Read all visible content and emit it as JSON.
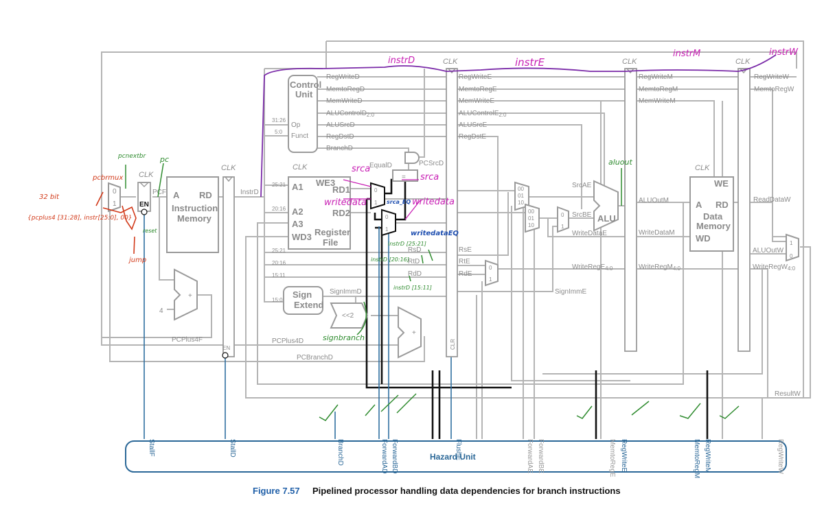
{
  "labels": {
    "clk": "CLK",
    "en": "EN",
    "clr": "CLR",
    "pcf": "PCF",
    "a": "A",
    "rd": "RD",
    "instr_mem_1": "Instruction",
    "instr_mem_2": "Memory",
    "four": "4",
    "plus": "+",
    "pcplus4f": "PCPlus4F",
    "pcplus4d": "PCPlus4D",
    "pcbranchd": "PCBranchD",
    "instrd": "InstrD",
    "ctrl_1": "Control",
    "ctrl_2": "Unit",
    "op": "Op",
    "funct": "Funct",
    "b31_26": "31:26",
    "b5_0": "5:0",
    "b25_21": "25:21",
    "b20_16": "20:16",
    "b15_11": "15:11",
    "b15_0": "15:0",
    "a1": "A1",
    "a2": "A2",
    "a3": "A3",
    "wd3": "WD3",
    "we3": "WE3",
    "rd1": "RD1",
    "rd2": "RD2",
    "regfile_1": "Register",
    "regfile_2": "File",
    "sign_1": "Sign",
    "sign_2": "Extend",
    "signimmd": "SignImmD",
    "sl2": "<<2",
    "equald": "EqualD",
    "eq": "=",
    "pcsrcd": "PCSrcD",
    "regwrited": "RegWriteD",
    "memtoregd": "MemtoRegD",
    "memwrited": "MemWriteD",
    "alucontrold": "ALUControlD",
    "alucontrold_sub": "2:0",
    "alusrcd": "ALUSrcD",
    "regdstd": "RegDstD",
    "branchd": "BranchD",
    "regwritee": "RegWriteE",
    "memtorege": "MemtoRegE",
    "memwritee": "MemWriteE",
    "alucontrole": "ALUControlE",
    "alucontrole_sub": "2:0",
    "alusrce": "ALUSrcE",
    "regdste": "RegDstE",
    "rsd": "RsD",
    "rtd": "RtD",
    "rdd": "RdD",
    "rse": "RsE",
    "rte": "RtE",
    "rde": "RdE",
    "srcae": "SrcAE",
    "srcbe": "SrcBE",
    "writedatae": "WriteDataE",
    "writerege": "WriteRegE",
    "writerege_sub": "4:0",
    "signimme": "SignImmE",
    "alu": "ALU",
    "m00": "00",
    "m01": "01",
    "m10": "10",
    "m0": "0",
    "m1": "1",
    "regwritem": "RegWriteM",
    "memtoregm": "MemtoRegM",
    "memwritem": "MemWriteM",
    "aluoutm": "ALUOutM",
    "writedatam": "WriteDataM",
    "writeregm": "WriteRegM",
    "writeregm_sub": "4:0",
    "we": "WE",
    "wd": "WD",
    "datamem_1": "Data",
    "datamem_2": "Memory",
    "regwritew": "RegWriteW",
    "memtoregw": "MemtoRegW",
    "readdataw": "ReadDataW",
    "aluoutw": "ALUOutW",
    "writeregw": "WriteRegW",
    "writeregw_sub": "4:0",
    "resultw": "ResultW"
  },
  "hazard": {
    "title": "Hazard Unit",
    "signals": [
      "StallF",
      "StallD",
      "BranchD",
      "ForwardAD",
      "ForwardBD",
      "FlushE",
      "ForwardAE",
      "ForwardBE",
      "MemtoRegE",
      "RegWriteE",
      "MemtoRegM",
      "RegWriteM",
      "RegWriteW"
    ]
  },
  "caption": {
    "figure": "Figure 7.57",
    "text": "Pipelined processor handling data dependencies for branch instructions"
  },
  "annotations": {
    "instrD": "instrD",
    "instrE": "instrE",
    "instrM": "instrM",
    "instrW": "instrW",
    "srca_1": "srca",
    "srca_2": "srca",
    "writedata_1": "writedata",
    "writedata_2": "writedata",
    "srcaEQ": "srca_EQ",
    "writedataEQ": "writedataEQ",
    "instrD_25_21": "instrD [25:21]",
    "instrD_20_16": "instrD [20:16]",
    "instrD_15_11": "instrD [15:11]",
    "signbranch": "signbranch",
    "aluout": "aluout",
    "pcnextbr": "pcnextbr",
    "pc": "pc",
    "pcbrmux": "pcbrmux",
    "jump": "jump",
    "reset": "reset",
    "bits32": "32 bit",
    "jumpaddr": "{pcplus4 [31:28], instr[25:0], 00}"
  },
  "colors": {
    "wire": "#b4b4b4",
    "hazard_blue": "#2a6797",
    "forward_black": "#111111",
    "purple": "#c81fb4",
    "green": "#2e8b2e",
    "red": "#d23a1a",
    "caption_blue": "#1f5fa8"
  }
}
